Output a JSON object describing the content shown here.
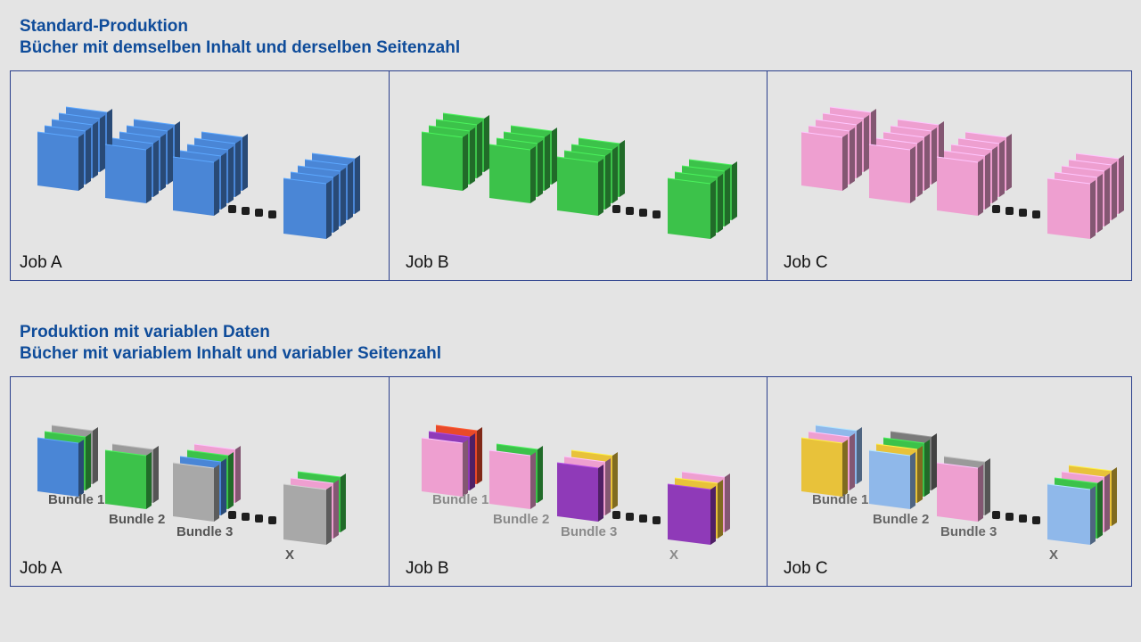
{
  "sections": [
    {
      "id": "standard",
      "title": "Standard-Produktion",
      "subtitle": "Bücher mit demselben Inhalt und derselben Seitenzahl",
      "panels": [
        {
          "job": "Job A",
          "stacks": [
            [
              "#4a86d6",
              "#4a86d6",
              "#4a86d6",
              "#4a86d6",
              "#4a86d6"
            ],
            [
              "#4a86d6",
              "#4a86d6",
              "#4a86d6",
              "#4a86d6",
              "#4a86d6"
            ],
            [
              "#4a86d6",
              "#4a86d6",
              "#4a86d6",
              "#4a86d6",
              "#4a86d6"
            ],
            [
              "#4a86d6",
              "#4a86d6",
              "#4a86d6",
              "#4a86d6",
              "#4a86d6"
            ]
          ]
        },
        {
          "job": "Job B",
          "stacks": [
            [
              "#3cc24a",
              "#3cc24a",
              "#3cc24a",
              "#3cc24a"
            ],
            [
              "#3cc24a",
              "#3cc24a",
              "#3cc24a",
              "#3cc24a"
            ],
            [
              "#3cc24a",
              "#3cc24a",
              "#3cc24a",
              "#3cc24a"
            ],
            [
              "#3cc24a",
              "#3cc24a",
              "#3cc24a",
              "#3cc24a"
            ]
          ]
        },
        {
          "job": "Job C",
          "stacks": [
            [
              "#ee9fd0",
              "#ee9fd0",
              "#ee9fd0",
              "#ee9fd0",
              "#ee9fd0"
            ],
            [
              "#ee9fd0",
              "#ee9fd0",
              "#ee9fd0",
              "#ee9fd0",
              "#ee9fd0"
            ],
            [
              "#ee9fd0",
              "#ee9fd0",
              "#ee9fd0",
              "#ee9fd0",
              "#ee9fd0"
            ],
            [
              "#ee9fd0",
              "#ee9fd0",
              "#ee9fd0",
              "#ee9fd0",
              "#ee9fd0"
            ]
          ]
        }
      ]
    },
    {
      "id": "variable",
      "title": "Produktion mit variablen Daten",
      "subtitle": "Bücher mit variablem Inhalt und variabler Seitenzahl",
      "panels": [
        {
          "job": "Job A",
          "bundle_labels": [
            "Bundle 1",
            "Bundle 2",
            "Bundle 3",
            "X"
          ],
          "label_color": "#555555",
          "stacks": [
            [
              "#9a9a9a",
              "#3cc24a",
              "#4a86d6"
            ],
            [
              "#9a9a9a",
              "#3cc24a"
            ],
            [
              "#ee9fd0",
              "#3cc24a",
              "#4a86d6",
              "#a8a8a8"
            ],
            [
              "#3cc24a",
              "#ee9fd0",
              "#a8a8a8"
            ]
          ]
        },
        {
          "job": "Job B",
          "bundle_labels": [
            "Bundle 1",
            "Bundle 2",
            "Bundle 3",
            "X"
          ],
          "label_color": "#8a8a8a",
          "stacks": [
            [
              "#e84a2a",
              "#8f3ab8",
              "#ee9fd0"
            ],
            [
              "#3cc24a",
              "#ee9fd0"
            ],
            [
              "#e8c23a",
              "#ee9fd0",
              "#8f3ab8"
            ],
            [
              "#ee9fd0",
              "#e8c23a",
              "#8f3ab8"
            ]
          ]
        },
        {
          "job": "Job C",
          "bundle_labels": [
            "Bundle 1",
            "Bundle 2",
            "Bundle 3",
            "X"
          ],
          "label_color": "#666666",
          "stacks": [
            [
              "#8fb8ea",
              "#ee9fd0",
              "#e8c23a"
            ],
            [
              "#7a7a7a",
              "#3cc24a",
              "#e8c23a",
              "#8fb8ea"
            ],
            [
              "#9a9a9a",
              "#ee9fd0"
            ],
            [
              "#e8c23a",
              "#ee9fd0",
              "#3cc24a",
              "#8fb8ea"
            ]
          ]
        }
      ]
    }
  ]
}
